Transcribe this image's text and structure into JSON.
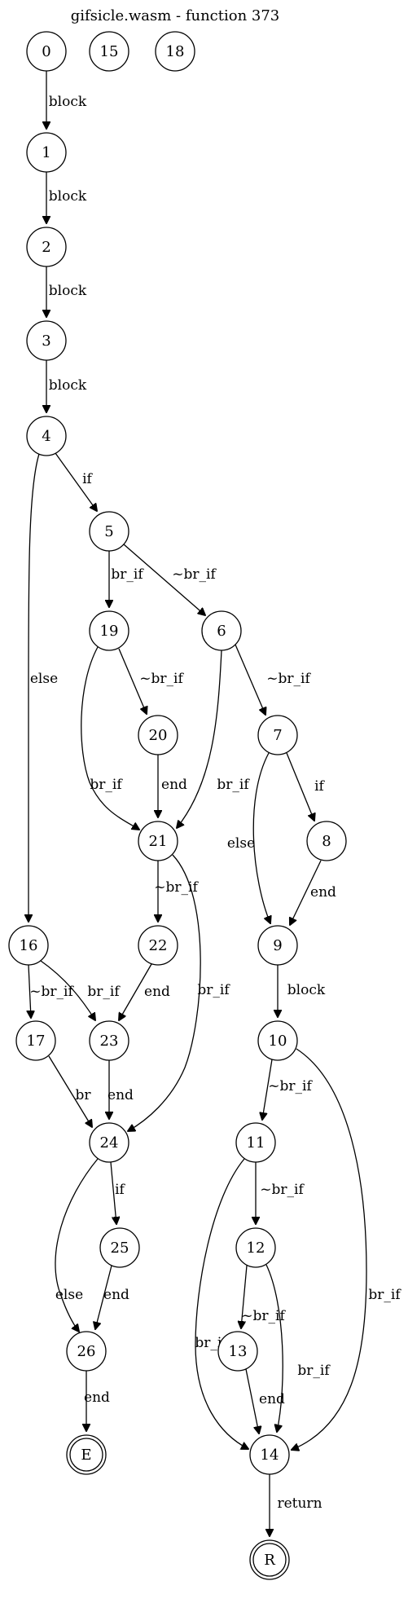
{
  "title": "gifsicle.wasm - function 373",
  "nodes": [
    {
      "id": "0",
      "label": "0"
    },
    {
      "id": "15",
      "label": "15"
    },
    {
      "id": "18",
      "label": "18"
    },
    {
      "id": "1",
      "label": "1"
    },
    {
      "id": "2",
      "label": "2"
    },
    {
      "id": "3",
      "label": "3"
    },
    {
      "id": "4",
      "label": "4"
    },
    {
      "id": "5",
      "label": "5"
    },
    {
      "id": "19",
      "label": "19"
    },
    {
      "id": "6",
      "label": "6"
    },
    {
      "id": "20",
      "label": "20"
    },
    {
      "id": "7",
      "label": "7"
    },
    {
      "id": "21",
      "label": "21"
    },
    {
      "id": "8",
      "label": "8"
    },
    {
      "id": "16",
      "label": "16"
    },
    {
      "id": "22",
      "label": "22"
    },
    {
      "id": "9",
      "label": "9"
    },
    {
      "id": "17",
      "label": "17"
    },
    {
      "id": "23",
      "label": "23"
    },
    {
      "id": "10",
      "label": "10"
    },
    {
      "id": "24",
      "label": "24"
    },
    {
      "id": "11",
      "label": "11"
    },
    {
      "id": "25",
      "label": "25"
    },
    {
      "id": "12",
      "label": "12"
    },
    {
      "id": "26",
      "label": "26"
    },
    {
      "id": "13",
      "label": "13"
    },
    {
      "id": "14",
      "label": "14"
    },
    {
      "id": "E",
      "label": "E",
      "terminal": true
    },
    {
      "id": "R",
      "label": "R",
      "terminal": true
    }
  ],
  "edges": [
    {
      "from": "0",
      "to": "1",
      "label": "block"
    },
    {
      "from": "1",
      "to": "2",
      "label": "block"
    },
    {
      "from": "2",
      "to": "3",
      "label": "block"
    },
    {
      "from": "3",
      "to": "4",
      "label": "block"
    },
    {
      "from": "4",
      "to": "5",
      "label": "if"
    },
    {
      "from": "4",
      "to": "16",
      "label": "else"
    },
    {
      "from": "5",
      "to": "19",
      "label": "br_if"
    },
    {
      "from": "5",
      "to": "6",
      "label": "~br_if"
    },
    {
      "from": "19",
      "to": "20",
      "label": "~br_if"
    },
    {
      "from": "19",
      "to": "21",
      "label": "br_if"
    },
    {
      "from": "6",
      "to": "21",
      "label": "br_if"
    },
    {
      "from": "6",
      "to": "7",
      "label": "~br_if"
    },
    {
      "from": "20",
      "to": "21",
      "label": "end"
    },
    {
      "from": "7",
      "to": "8",
      "label": "if"
    },
    {
      "from": "7",
      "to": "9",
      "label": "else"
    },
    {
      "from": "21",
      "to": "22",
      "label": "~br_if"
    },
    {
      "from": "21",
      "to": "24",
      "label": "br_if"
    },
    {
      "from": "8",
      "to": "9",
      "label": "end"
    },
    {
      "from": "16",
      "to": "17",
      "label": "~br_if"
    },
    {
      "from": "16",
      "to": "23",
      "label": "br_if"
    },
    {
      "from": "22",
      "to": "23",
      "label": "end"
    },
    {
      "from": "9",
      "to": "10",
      "label": "block"
    },
    {
      "from": "17",
      "to": "24",
      "label": "br"
    },
    {
      "from": "23",
      "to": "24",
      "label": "end"
    },
    {
      "from": "10",
      "to": "11",
      "label": "~br_if"
    },
    {
      "from": "10",
      "to": "14",
      "label": "br_if"
    },
    {
      "from": "24",
      "to": "25",
      "label": "if"
    },
    {
      "from": "24",
      "to": "26",
      "label": "else"
    },
    {
      "from": "11",
      "to": "12",
      "label": "~br_if"
    },
    {
      "from": "11",
      "to": "14",
      "label": "br_if"
    },
    {
      "from": "25",
      "to": "26",
      "label": "end"
    },
    {
      "from": "12",
      "to": "13",
      "label": "~br_if"
    },
    {
      "from": "12",
      "to": "14",
      "label": "br_if"
    },
    {
      "from": "26",
      "to": "E",
      "label": "end"
    },
    {
      "from": "13",
      "to": "14",
      "label": "end"
    },
    {
      "from": "14",
      "to": "R",
      "label": "return"
    }
  ]
}
